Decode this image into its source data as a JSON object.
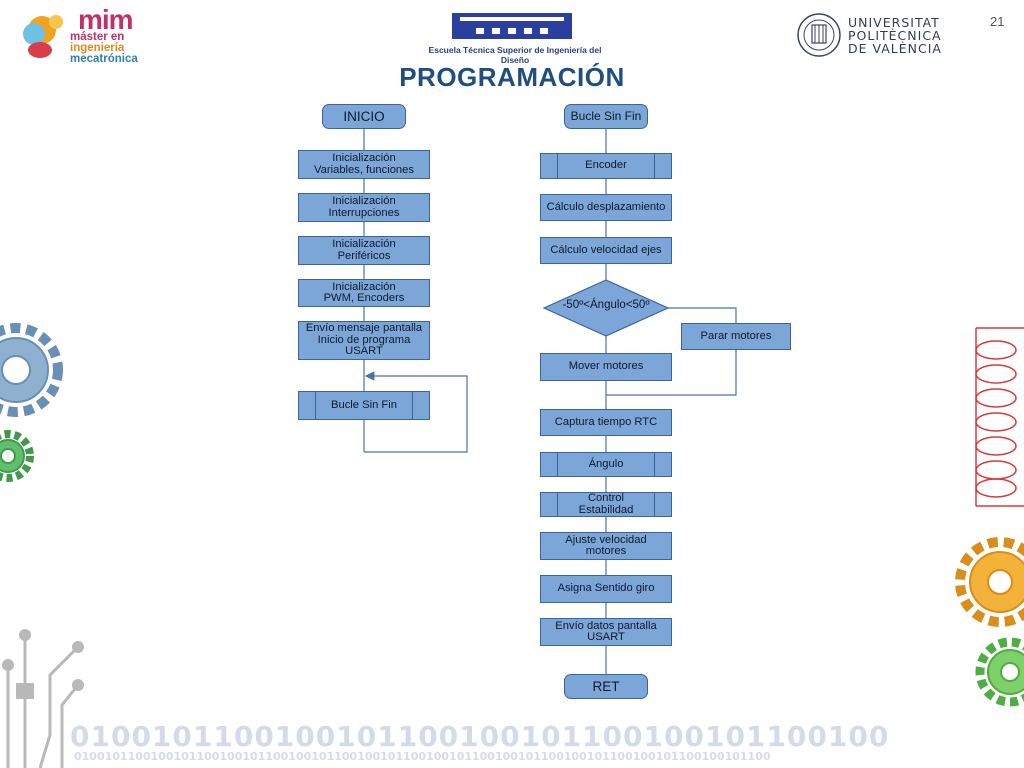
{
  "header": {
    "logo": {
      "mim": "mim",
      "line1": "máster en",
      "line2": "ingeniería",
      "line3": "mecatrónica"
    },
    "school": "Escuela Técnica Superior de Ingeniería del Diseño",
    "university": [
      "UNIVERSITAT",
      "POLITÈCNICA",
      "DE VALÈNCIA"
    ],
    "page_number": "21"
  },
  "title": "PROGRAMACIÓN",
  "flowchart": {
    "inicio": "INICIO",
    "init_vars": "Inicialización\nVariables, funciones",
    "init_int": "Inicialización\nInterrupciones",
    "init_per": "Inicialización\nPeriféricos",
    "init_pwm": "Inicialización\nPWM, Encoders",
    "envio_msg": "Envío mensaje pantalla\nInicio de programa\nUSART",
    "bucle_call": "Bucle Sin Fin",
    "bucle_start": "Bucle Sin Fin",
    "encoder": "Encoder",
    "calc_desp": "Cálculo desplazamiento",
    "calc_vel": "Cálculo velocidad ejes",
    "decision": "-50º<Ángulo<50º",
    "parar": "Parar motores",
    "mover": "Mover motores",
    "captura": "Captura tiempo RTC",
    "angulo": "Ángulo",
    "control": "Control\nEstabilidad",
    "ajuste": "Ajuste velocidad\nmotores",
    "asigna": "Asigna Sentido giro",
    "envio_datos": "Envío datos pantalla\nUSART",
    "ret": "RET"
  },
  "footer": {
    "binary_large": "0100101100100101100100101100100101100100",
    "binary_small": "0100101100100101100100101100100101100100101100100101100100101100100101100100101100100101100"
  },
  "colors": {
    "box_fill": "#7ca6d8",
    "box_border": "#3a64a0",
    "title": "#1f4e82",
    "connector": "#4a72a8"
  }
}
